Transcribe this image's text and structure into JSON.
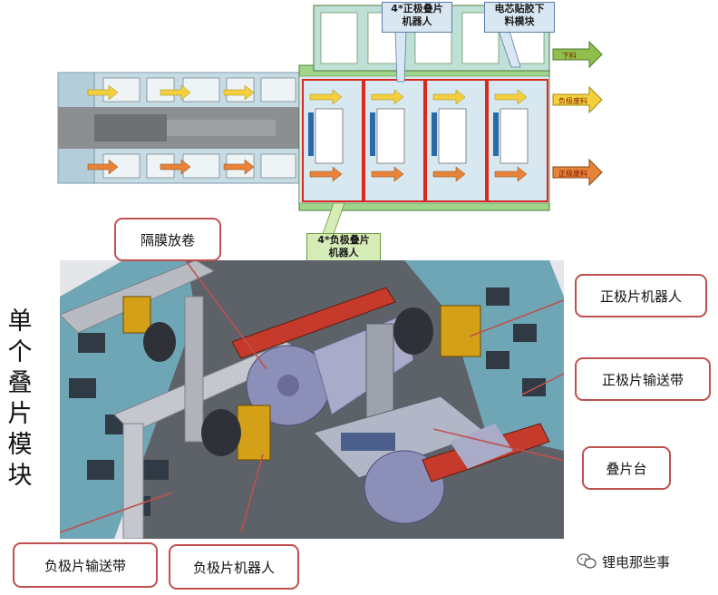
{
  "top_layout": {
    "callout_positive_robot": "4*正极叠片\n机器人",
    "callout_tape": "电芯贴胶下\n料模块",
    "callout_negative_robot": "4*负极叠片\n机器人",
    "flow_out": "下料",
    "flow_neg_scrap": "负极废料",
    "flow_pos_scrap": "正极废料"
  },
  "vertical_title": [
    "单",
    "个",
    "叠",
    "片",
    "模",
    "块"
  ],
  "callouts": {
    "separator_unwind": "隔膜放卷",
    "positive_robot": "正极片机器人",
    "positive_conveyor": "正极片输送带",
    "stacking_table": "叠片台",
    "negative_conveyor": "负极片输送带",
    "negative_robot": "负极片机器人"
  },
  "watermark": {
    "text": "锂电那些事",
    "icon": "wechat-icon"
  },
  "colors": {
    "callout_border": "#c0504d",
    "flow_yellow": "#f4d03f",
    "flow_orange": "#e8833a",
    "flow_green": "#8fbf4a",
    "module_green": "#9fd58a"
  }
}
